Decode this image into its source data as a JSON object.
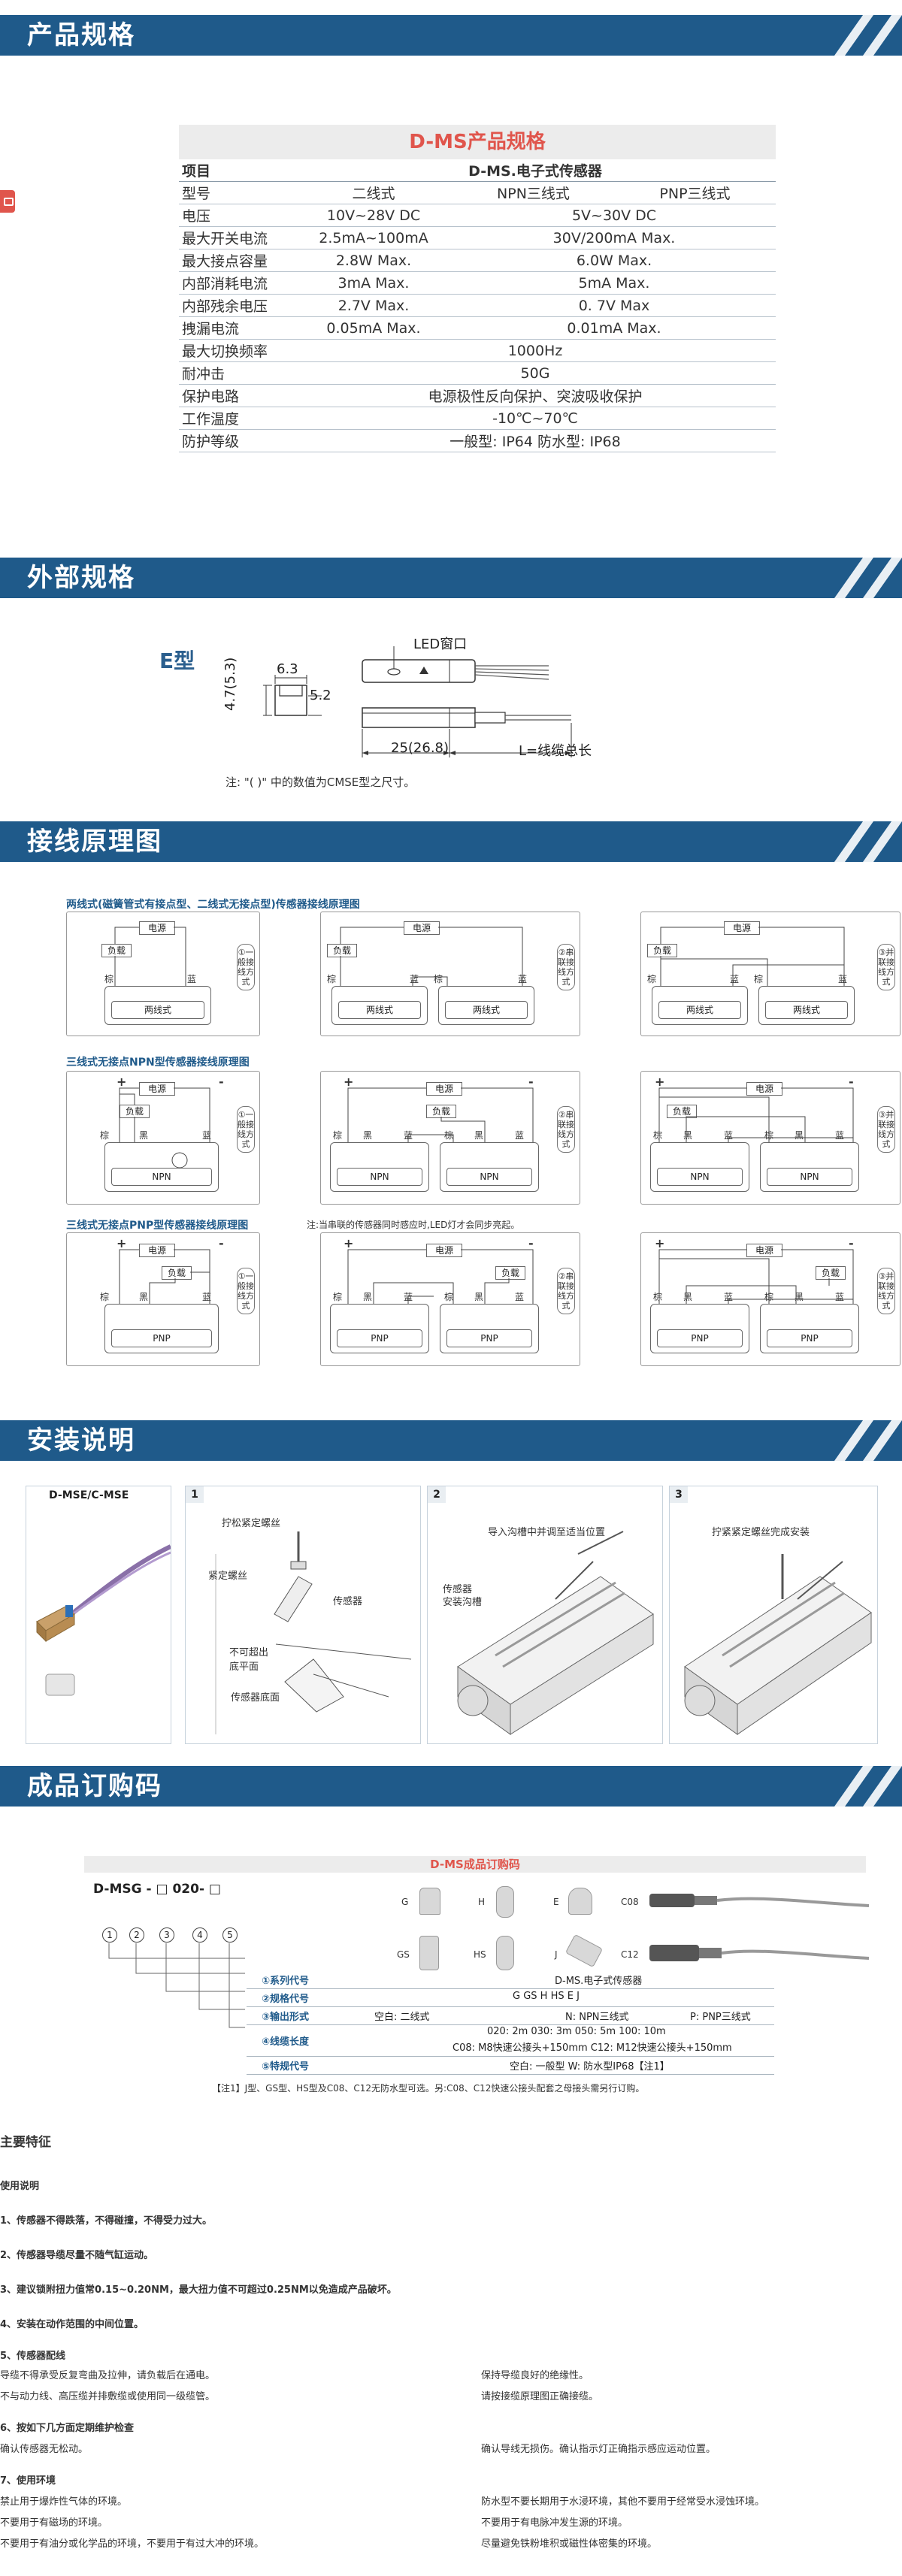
{
  "sections": {
    "spec": "产品规格",
    "external": "外部规格",
    "wiring": "接线原理图",
    "install": "安装说明",
    "order": "成品订购码"
  },
  "spec_table": {
    "title": "D-MS产品规格",
    "header": [
      "项目",
      "D-MS.电子式传感器"
    ],
    "rows": [
      [
        "型号",
        "二线式",
        "NPN三线式",
        "PNP三线式"
      ],
      [
        "电压",
        "10V~28V DC",
        "5V~30V DC"
      ],
      [
        "最大开关电流",
        "2.5mA~100mA",
        "30V/200mA Max."
      ],
      [
        "最大接点容量",
        "2.8W Max.",
        "6.0W Max."
      ],
      [
        "内部消耗电流",
        "3mA Max.",
        "5mA Max."
      ],
      [
        "内部残余电压",
        "2.7V Max.",
        "0. 7V Max"
      ],
      [
        "拽漏电流",
        "0.05mA Max.",
        "0.01mA Max."
      ],
      [
        "最大切换频率",
        "1000Hz"
      ],
      [
        "耐冲击",
        "50G"
      ],
      [
        "保护电路",
        "电源极性反向保护、突波吸收保护"
      ],
      [
        "工作温度",
        "-10℃~70℃"
      ],
      [
        "防护等级",
        "一般型: IP64    防水型:  IP68"
      ]
    ]
  },
  "external": {
    "type_label": "E型",
    "led_label": "LED窗口",
    "dim_63": "6.3",
    "dim_52": "5.2",
    "dim_47": "4.7(5.3)",
    "dim_25": "25(26.8)",
    "dim_L": "L=线缆总长",
    "note": "注: \"(    )\" 中的数值为CMSE型之尺寸。"
  },
  "wiring": {
    "group1_title": "两线式(磁簧管式有接点型、二线式无接点型)传感器接线原理图",
    "group2_title": "三线式无接点NPN型传感器接线原理图",
    "group3_title": "三线式无接点PNP型传感器接线原理图",
    "group3_note": "注:当串联的传感器同时感应时,LED灯才会同步亮起。",
    "tag1": "①一般接线方式",
    "tag2": "②串联接线方式",
    "tag3": "③并联接线方式",
    "power": "电源",
    "load": "负载",
    "brown": "棕",
    "blue": "蓝",
    "black": "黑",
    "two_wire": "两线式",
    "npn": "NPN",
    "pnp": "PNP",
    "plus": "+",
    "minus": "-"
  },
  "install": {
    "panel0_title": "D-MSE/C-MSE",
    "p1_num": "1",
    "p2_num": "2",
    "p3_num": "3",
    "p1_labels": [
      "拧松紧定螺丝",
      "紧定螺丝",
      "传感器",
      "不可超出底平面",
      "传感器底面"
    ],
    "p2_labels": [
      "导入沟槽中并调至适当位置",
      "传感器",
      "安装沟槽"
    ],
    "p3_labels": [
      "拧紧紧定螺丝完成安装"
    ]
  },
  "order": {
    "title": "D-MS成品订购码",
    "code": "D-MSG - □ 020- □",
    "nums": [
      "1",
      "2",
      "3",
      "4",
      "5"
    ],
    "connectors": [
      "G",
      "H",
      "E",
      "C08",
      "GS",
      "HS",
      "J",
      "C12"
    ],
    "rows": [
      {
        "key": "①系列代号",
        "v": "D-MS.电子式传感器"
      },
      {
        "key": "②规格代号",
        "v": "G      GS      H      HS      E      J"
      },
      {
        "key": "③输出形式",
        "v1": "空白: 二线式",
        "v2": "N: NPN三线式",
        "v3": "P: PNP三线式"
      },
      {
        "key": "④线缆长度",
        "v1": "020: 2m    030: 3m    050: 5m    100: 10m",
        "v2": "C08:  M8快速公接头+150mm      C12:  M12快速公接头+150mm"
      },
      {
        "key": "⑤特规代号",
        "v": "空白: 一般型    W: 防水型IP68【注1】"
      }
    ],
    "note": "【注1】J型、GS型、HS型及C08、C12无防水型可选。另:C08、C12快速公接头配套之母接头需另行订购。"
  },
  "features": {
    "title": "主要特征",
    "usage": "使用说明",
    "items": [
      "1、传感器不得跌落，不得碰撞，不得受力过大。",
      "2、传感器导缆尽量不随气缸运动。",
      "3、建议锁附扭力值常0.15~0.20NM，最大扭力值不可超过0.25NM以免造成产品破坏。",
      "4、安装在动作范围的中间位置。",
      "5、传感器配线",
      "6、按如下几方面定期维护检查",
      "7、使用环境"
    ],
    "s5_left": [
      "导缆不得承受反复弯曲及拉伸，请负载后在通电。",
      "不与动力线、高压缆并排敷缆或使用同一级缆管。"
    ],
    "s5_right": [
      "保持导缆良好的绝缘性。",
      "请按接缆原理图正确接缆。"
    ],
    "s6_left": "确认传感器无松动。",
    "s6_right": "确认导线无损伤。确认指示灯正确指示感应运动位置。",
    "s7_left": [
      "禁止用于爆炸性气体的环境。",
      "不要用于有磁场的环境。",
      "不要用于有油分或化学品的环境，不要用于有过大冲的环境。"
    ],
    "s7_right": [
      "防水型不要长期用于水浸环境，其他不要用于经常受水浸蚀环境。",
      "不要用于有电脉冲发生源的环境。",
      "尽量避免铁粉堆积或磁性体密集的环境。"
    ]
  },
  "colors": {
    "header": "#1f5a8a",
    "accent": "#e0554c",
    "tab": "#e0554c"
  }
}
